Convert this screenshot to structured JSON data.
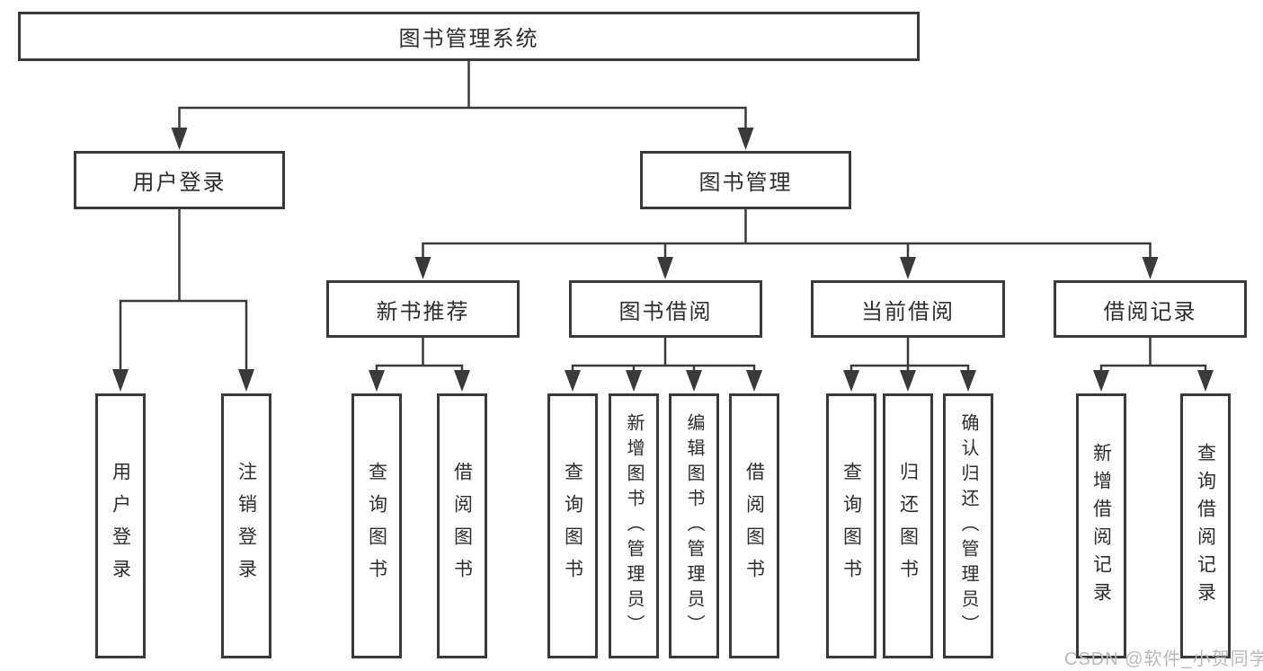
{
  "diagram": {
    "root": {
      "label": "图书管理系统"
    },
    "level2": [
      {
        "label": "用户登录",
        "children": [
          {
            "label": "用户登录"
          },
          {
            "label": "注销登录"
          }
        ]
      },
      {
        "label": "图书管理",
        "children": [
          {
            "label": "新书推荐",
            "children": [
              {
                "label": "查询图书"
              },
              {
                "label": "借阅图书"
              }
            ]
          },
          {
            "label": "图书借阅",
            "children": [
              {
                "label": "查询图书"
              },
              {
                "label": "新增图书（管理员）"
              },
              {
                "label": "编辑图书（管理员）"
              },
              {
                "label": "借阅图书"
              }
            ]
          },
          {
            "label": "当前借阅",
            "children": [
              {
                "label": "查询图书"
              },
              {
                "label": "归还图书"
              },
              {
                "label": "确认归还（管理员）"
              }
            ]
          },
          {
            "label": "借阅记录",
            "children": [
              {
                "label": "新增借阅记录"
              },
              {
                "label": "查询借阅记录"
              }
            ]
          }
        ]
      }
    ]
  },
  "watermark": {
    "text": "CSDN @软件_小贺同学"
  },
  "colors": {
    "line": "#3a3a3a",
    "text": "#2d2d2d",
    "watermark": "#b9b9b9",
    "background": "#ffffff"
  }
}
